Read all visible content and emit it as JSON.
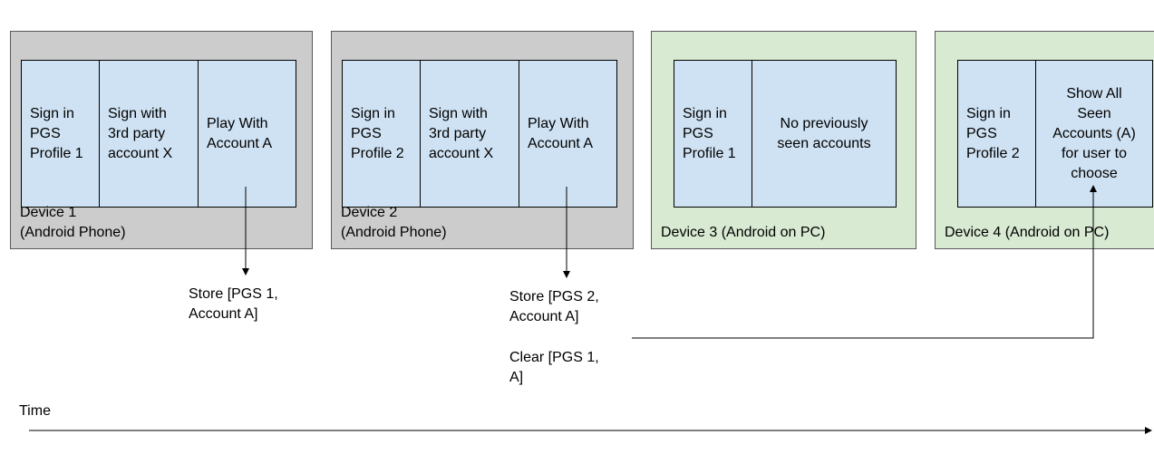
{
  "colors": {
    "phone_fill": "#cccccc",
    "pc_fill": "#d9ead3",
    "step_fill": "#cfe2f3",
    "border": "#595959",
    "line": "#000000"
  },
  "devices": [
    {
      "label": "Device 1\n(Android Phone)",
      "steps": [
        "Sign in\nPGS\nProfile 1",
        "Sign with\n3rd party\naccount X",
        "Play With\nAccount A"
      ]
    },
    {
      "label": "Device 2\n(Android Phone)",
      "steps": [
        "Sign in\nPGS\nProfile 2",
        "Sign with\n3rd party\naccount X",
        "Play With\nAccount A"
      ]
    },
    {
      "label": "Device 3 (Android on PC)",
      "steps": [
        "Sign in\nPGS\nProfile 1",
        "No previously\nseen accounts"
      ]
    },
    {
      "label": "Device 4 (Android on PC)",
      "steps": [
        "Sign in\nPGS\nProfile 2",
        "Show All\nSeen\nAccounts (A)\nfor user to\nchoose"
      ]
    }
  ],
  "notes": {
    "store_1": "Store [PGS  1,\nAccount A]",
    "store_2": "Store [PGS  2,\nAccount A]",
    "clear_1": "Clear [PGS 1,\nA]"
  },
  "timeline": {
    "label": "Time"
  }
}
